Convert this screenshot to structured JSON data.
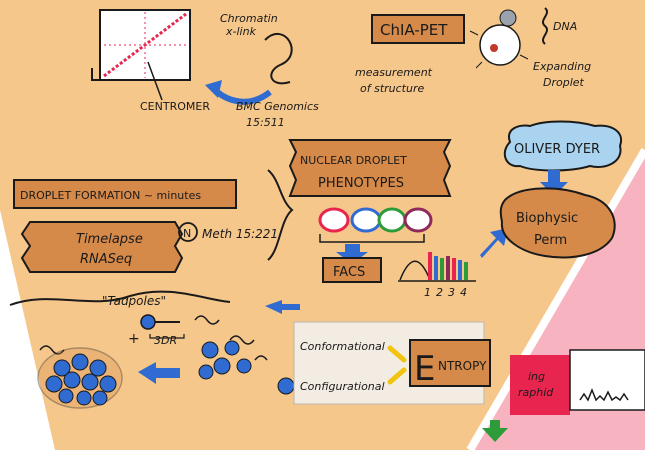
{
  "colors": {
    "panel": "#f6c78b",
    "panel_edge": "#e3a85d",
    "box": "#d58a4a",
    "pink": "#f7b3bf",
    "magenta": "#e8254f",
    "blue": "#2f6bd1",
    "outline": "#1a1a1a"
  },
  "top": {
    "chromatin": "Chromatin",
    "crosslink": "x-link",
    "centromer": "CENTROMER",
    "citation_1": "BMC Genomics",
    "citation_2": "15:511",
    "chia_pet": "ChIA-PET",
    "measurement_1": "measurement",
    "measurement_2": "of structure",
    "dna": "DNA",
    "expanding_1": "Expanding",
    "expanding_2": "Droplet"
  },
  "middle": {
    "droplet_formation": "DROPLET FORMATION ~ minutes",
    "timelapse_1": "Timelapse",
    "timelapse_2": "RNASeq",
    "n_badge": "N",
    "methods": "Meth 15:221",
    "phenotypes_1": "NUCLEAR DROPLET",
    "phenotypes_2": "PHENOTYPES",
    "facs": "FACS",
    "histogram_ticks": [
      "1",
      "2",
      "3",
      "4"
    ],
    "oliver": "OLIVER DYER",
    "biophysics_1": "Biophysic",
    "biophysics_2": "Perm"
  },
  "bottom": {
    "tadpoles": "\"Tadpoles\"",
    "three_dr": "3DR",
    "plus": "+",
    "conformational": "Conformational",
    "configurational": "Configurational",
    "entropy_initial": "E",
    "entropy_rest": "NTROPY"
  },
  "right": {
    "fragment_1": "ing",
    "fragment_2": "raphid"
  }
}
